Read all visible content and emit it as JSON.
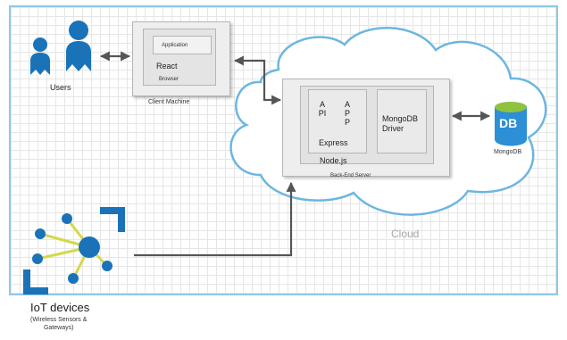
{
  "diagram": {
    "users_label": "Users",
    "client": {
      "application_label": "Application",
      "react_label": "React",
      "browser_label": "Browser",
      "machine_label": "Client Machine"
    },
    "backend": {
      "api_label": "API",
      "app_label": "APP",
      "express_label": "Express",
      "mongodb_driver_label": "MongoDB\nDriver",
      "nodejs_label": "Node.js",
      "server_label": "Back-End Server"
    },
    "database": {
      "db_badge": "DB",
      "mongodb_label": "MongoDB"
    },
    "cloud_label": "Cloud",
    "iot": {
      "title": "IoT devices",
      "subtitle": "(Wireless Sensors &\nGateways)"
    },
    "colors": {
      "frame_border": "#8ec9e3",
      "cloud_stroke": "#6cb6e0",
      "icon_blue": "#1a73b8",
      "icon_light_blue": "#8ec3e8",
      "link_yellow": "#d4d94a",
      "db_green": "#8fc23f",
      "db_blue": "#2d8fd5",
      "connector": "#555555"
    }
  }
}
